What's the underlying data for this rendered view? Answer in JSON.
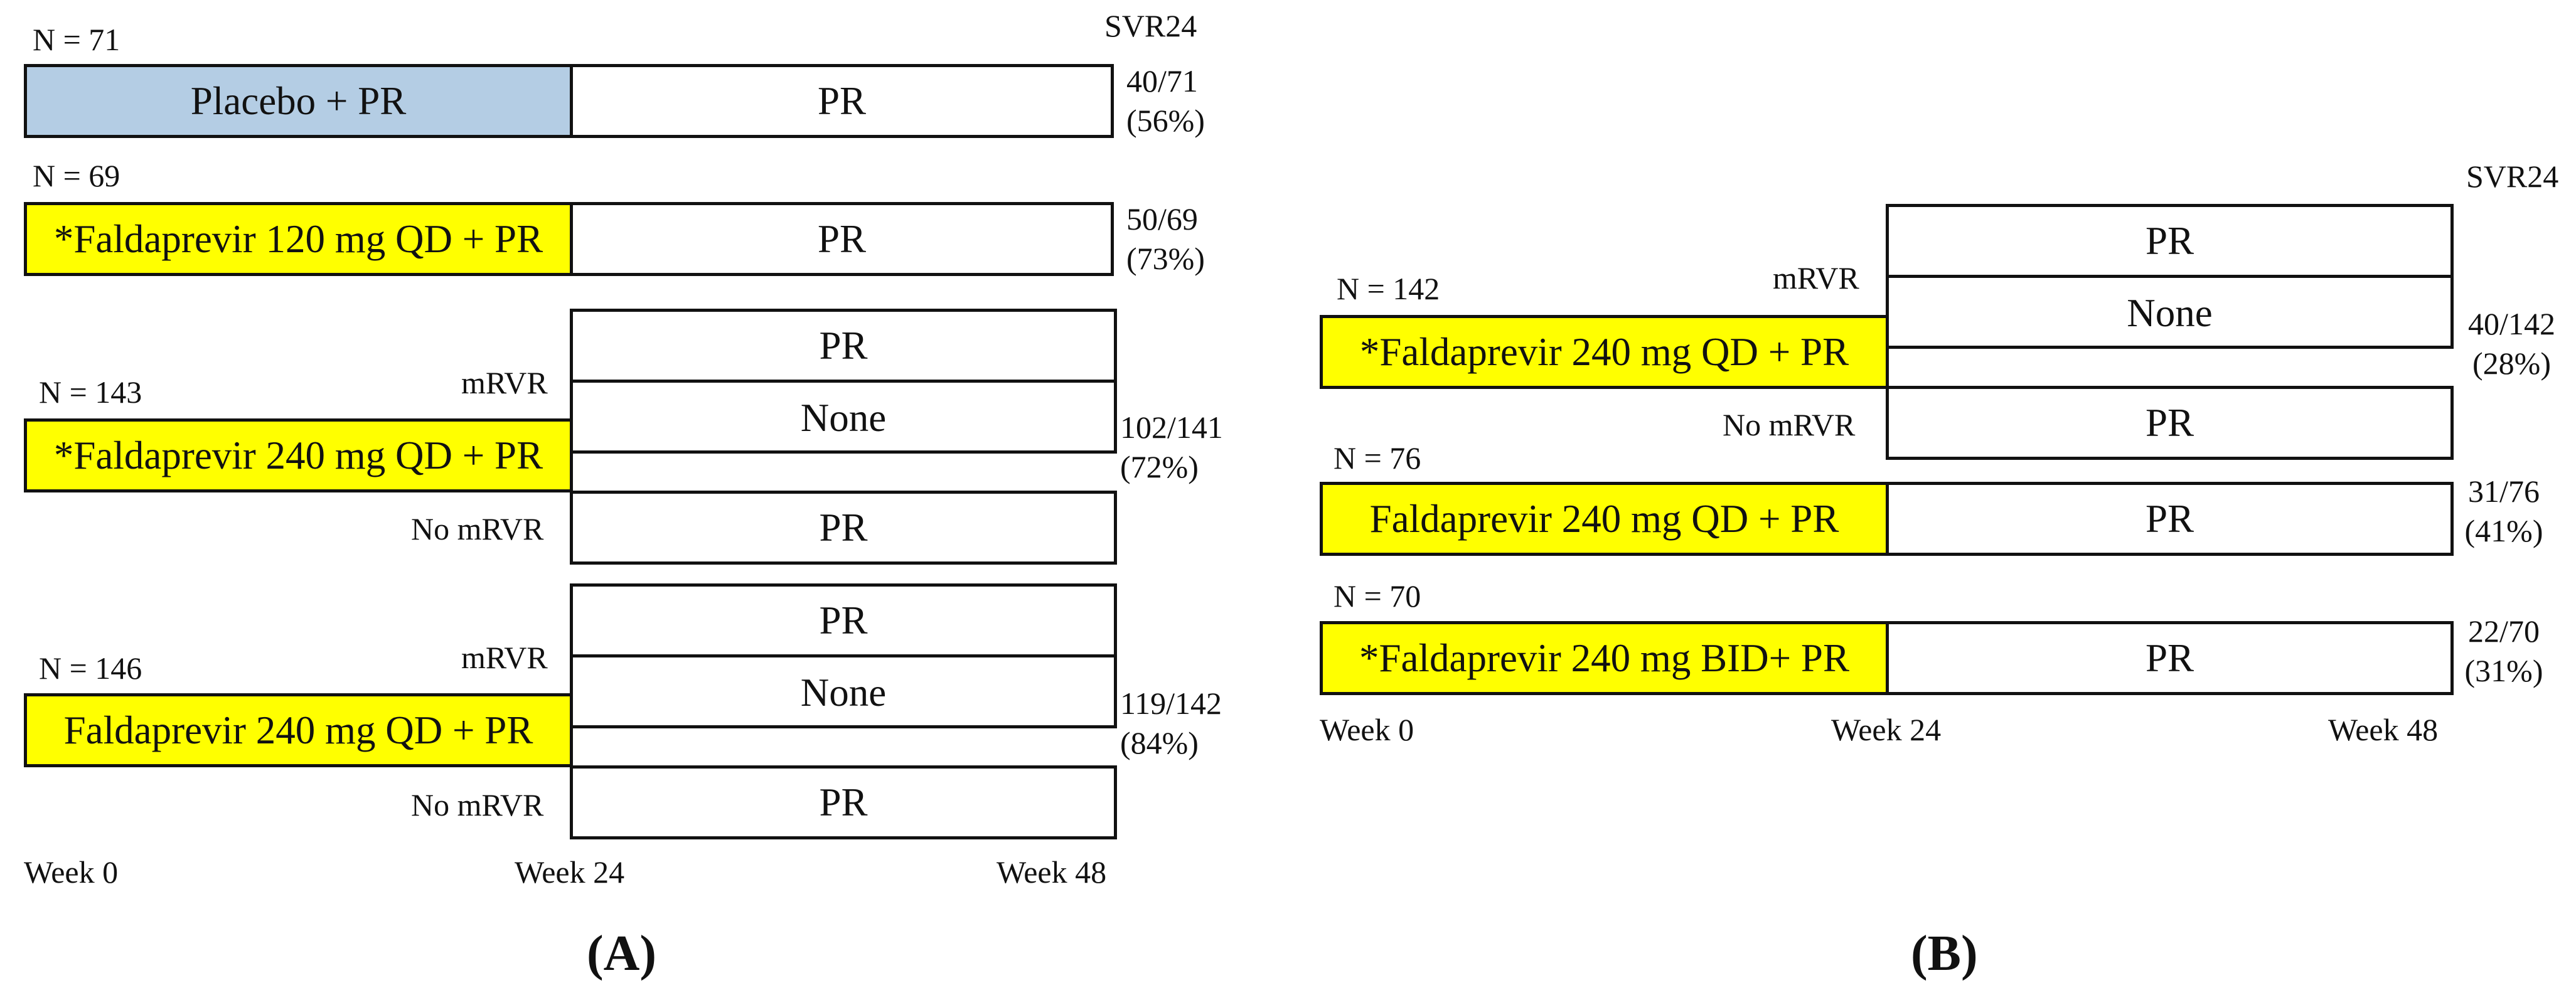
{
  "colors": {
    "yellow": "#ffff00",
    "placebo_blue": "#b4cde4",
    "border": "#111111"
  },
  "panel_a": {
    "panel_label": "(A)",
    "svr_header": "SVR24",
    "rows": [
      {
        "n": "N = 71",
        "treatment": "Placebo + PR",
        "after": "PR",
        "svr_frac": "40/71",
        "svr_pct": "(56%)"
      },
      {
        "n": "N = 69",
        "treatment": "*Faldaprevir 120 mg QD + PR",
        "after": "PR",
        "svr_frac": "50/69",
        "svr_pct": "(73%)"
      },
      {
        "n": "N = 143",
        "treatment": "*Faldaprevir 240 mg QD + PR",
        "mrvr_label": "mRVR",
        "mrvr_box1": "PR",
        "mrvr_box2": "None",
        "no_mrvr_label": "No mRVR",
        "no_mrvr_box": "PR",
        "svr_frac": "102/141",
        "svr_pct": "(72%)"
      },
      {
        "n": "N = 146",
        "treatment": "Faldaprevir 240 mg QD + PR",
        "mrvr_label": "mRVR",
        "mrvr_box1": "PR",
        "mrvr_box2": "None",
        "no_mrvr_label": "No mRVR",
        "no_mrvr_box": "PR",
        "svr_frac": "119/142",
        "svr_pct": "(84%)"
      }
    ],
    "axis": [
      "Week 0",
      "Week 24",
      "Week 48"
    ]
  },
  "panel_b": {
    "panel_label": "(B)",
    "svr_header": "SVR24",
    "rows": [
      {
        "n": "N = 142",
        "treatment": "*Faldaprevir 240 mg QD + PR",
        "mrvr_label": "mRVR",
        "mrvr_box1": "PR",
        "mrvr_box2": "None",
        "no_mrvr_label": "No mRVR",
        "no_mrvr_box": "PR",
        "svr_frac": "40/142",
        "svr_pct": "(28%)"
      },
      {
        "n": "N = 76",
        "treatment": "Faldaprevir 240 mg QD + PR",
        "after": "PR",
        "svr_frac": "31/76",
        "svr_pct": "(41%)"
      },
      {
        "n": "N = 70",
        "treatment": "*Faldaprevir 240 mg BID+ PR",
        "after": "PR",
        "svr_frac": "22/70",
        "svr_pct": "(31%)"
      }
    ],
    "axis": [
      "Week 0",
      "Week 24",
      "Week 48"
    ]
  }
}
